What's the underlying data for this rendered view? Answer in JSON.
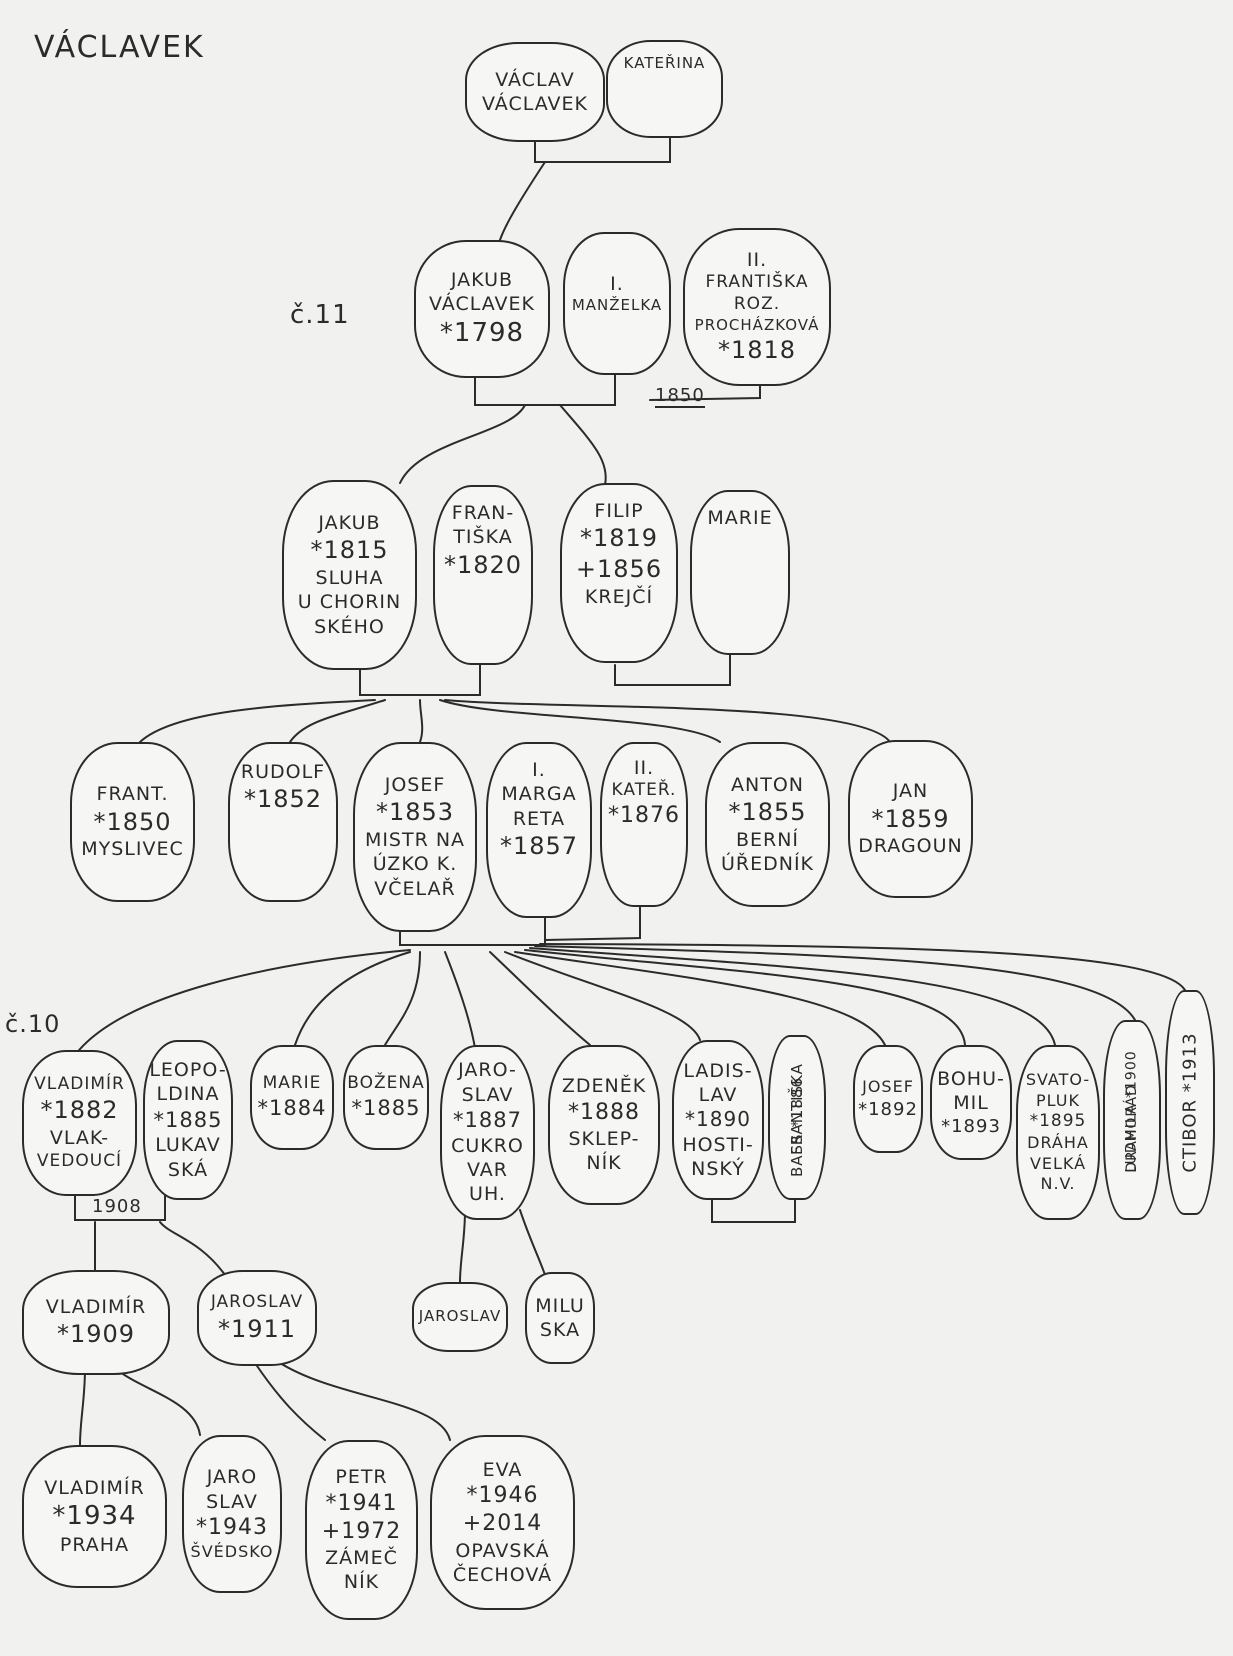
{
  "title": "VÁCLAVEK",
  "house_labels": {
    "c11": "č.11",
    "c10": "č.10"
  },
  "dates": {
    "d1850": "1850",
    "d1908": "1908"
  },
  "people": {
    "vaclav": [
      "VÁCLAV",
      "VÁCLAVEK"
    ],
    "katerina0": [
      "KATEŘINA"
    ],
    "jakub1798": [
      "JAKUB",
      "VÁCLAVEK",
      "*1798"
    ],
    "manzelka1": [
      "I.",
      "MANŽELKA"
    ],
    "frantiska1818": [
      "II.",
      "FRANTIŠKA",
      "ROZ.",
      "PROCHÁZKOVÁ",
      "*1818"
    ],
    "jakub1815": [
      "JAKUB",
      "*1815",
      "SLUHA",
      "U CHORIN",
      "SKÉHO"
    ],
    "frantiska1820": [
      "FRAN-",
      "TIŠKA",
      "*1820"
    ],
    "filip1819": [
      "FILIP",
      "*1819",
      "+1856",
      "KREJČÍ"
    ],
    "marie_f": [
      "MARIE"
    ],
    "frant1850": [
      "FRANT.",
      "*1850",
      "MYSLIVEC"
    ],
    "rudolf1852": [
      "RUDOLF",
      "*1852"
    ],
    "josef1853": [
      "JOSEF",
      "*1853",
      "MISTR NA",
      "ÚZKO K.",
      "VČELAŘ"
    ],
    "margareta1857": [
      "I.",
      "MARGA",
      "RETA",
      "*1857"
    ],
    "kater1876": [
      "II.",
      "KATEŘ.",
      "*1876"
    ],
    "anton1855": [
      "ANTON",
      "*1855",
      "BERNÍ",
      "ÚŘEDNÍK"
    ],
    "jan1859": [
      "JAN",
      "*1859",
      "DRAGOUN"
    ],
    "vladimir1882": [
      "VLADIMÍR",
      "*1882",
      "VLAK-",
      "VEDOUCÍ"
    ],
    "leopoldina1885": [
      "LEOPO-",
      "LDINA",
      "*1885",
      "LUKAV",
      "SKÁ"
    ],
    "marie1884": [
      "MARIE",
      "*1884"
    ],
    "bozena1885": [
      "BOŽENA",
      "*1885"
    ],
    "jaroslav1887": [
      "JARO-",
      "SLAV",
      "*1887",
      "CUKRO",
      "VAR",
      "UH."
    ],
    "zdenek1888": [
      "ZDENĚK",
      "*1888",
      "SKLEP-",
      "NÍK"
    ],
    "ladislav1890": [
      "LADIS-",
      "LAV",
      "*1890",
      "HOSTI-",
      "NSKÝ"
    ],
    "frantiska1886": [
      "FRANTIŠKA",
      "BASS *1886"
    ],
    "josef1892": [
      "JOSEF",
      "*1892"
    ],
    "bohumil1893": [
      "BOHU-",
      "MIL",
      "*1893"
    ],
    "svatopluk1895": [
      "SVATO-",
      "PLUK",
      "*1895",
      "DRÁHA",
      "VELKÁ",
      "N.V."
    ],
    "ludmila1900": [
      "LUDMILA *1900",
      "DRAHORÁD"
    ],
    "ctibor1913": [
      "CTIBOR *1913"
    ],
    "vladimir1909": [
      "VLADIMÍR",
      "*1909"
    ],
    "jaroslav1911": [
      "JAROSLAV",
      "*1911"
    ],
    "jaroslav_j": [
      "JAROSLAV"
    ],
    "miluska": [
      "MILU",
      "SKA"
    ],
    "vladimir1934": [
      "VLADIMÍR",
      "*1934",
      "PRAHA"
    ],
    "jaroslav1943": [
      "JARO",
      "SLAV",
      "*1943",
      "ŠVÉDSKO"
    ],
    "petr1941": [
      "PETR",
      "*1941",
      "+1972",
      "ZÁMEČ",
      "NÍK"
    ],
    "eva1946": [
      "EVA",
      "*1946",
      "+2014",
      "OPAVSKÁ",
      "ČECHOVÁ"
    ]
  }
}
